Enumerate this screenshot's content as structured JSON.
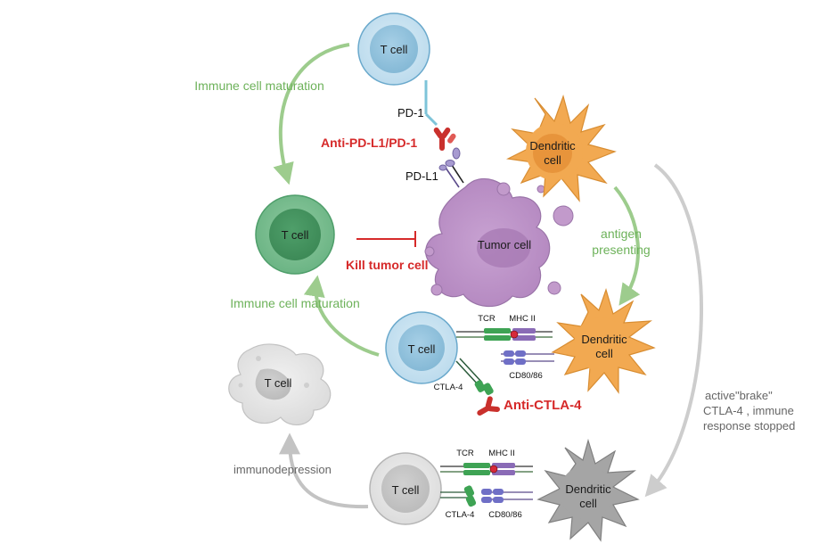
{
  "labels": {
    "immune_maturation_top": "Immune cell maturation",
    "immune_maturation_mid": "Immune cell maturation",
    "pd1": "PD-1",
    "pdl1": "PD-L1",
    "anti_pdl1": "Anti-PD-L1/PD-1",
    "kill_tumor": "Kill tumor cell",
    "antigen_line1": "antigen",
    "antigen_line2": "presenting",
    "anti_ctla4": "Anti-CTLA-4",
    "brake_line1": "active\"brake\"",
    "brake_line2": "CTLA-4 , immune",
    "brake_line3": "response stopped",
    "immunodepression": "immunodepression"
  },
  "cells": {
    "t_cell_top": "T cell",
    "t_cell_green": "T cell",
    "t_cell_mid": "T cell",
    "t_cell_gray": "T cell",
    "t_cell_bottom": "T cell",
    "tumor": "Tumor cell",
    "dendritic_top_line1": "Dendritic",
    "dendritic_top_line2": "cell",
    "dendritic_mid_line1": "Dendritic",
    "dendritic_mid_line2": "cell",
    "dendritic_bottom_line1": "Dendritic",
    "dendritic_bottom_line2": "cell"
  },
  "receptors": {
    "tcr_mid": "TCR",
    "mhc_mid": "MHC II",
    "cd80_mid": "CD80/86",
    "ctla4_mid": "CTLA-4",
    "tcr_bottom": "TCR",
    "mhc_bottom": "MHC II",
    "ctla4_bottom": "CTLA-4",
    "cd80_bottom": "CD80/86"
  },
  "colors": {
    "green_arrow": "#8cc47a",
    "gray_arrow": "#c8c8c8",
    "red": "#d62a2a",
    "t_cell_blue": "#a9cfe4",
    "t_cell_green": "#4e9e6a",
    "tumor_purple": "#c29acb",
    "dendritic_orange": "#f2a951",
    "dendritic_gray": "#9c9c9c"
  }
}
